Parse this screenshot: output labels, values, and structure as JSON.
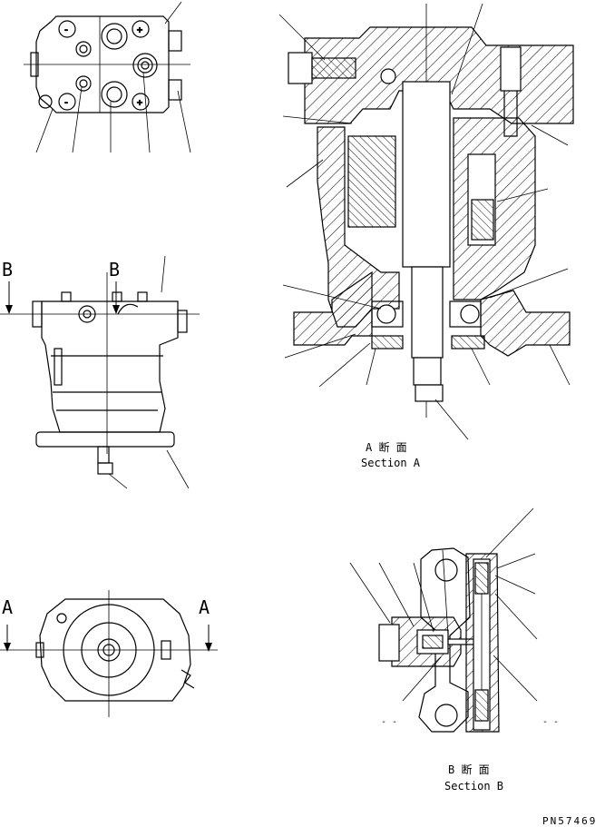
{
  "section_a": {
    "marker_top": "A",
    "marker_bottom": "A",
    "caption_jp": "A 断 面",
    "caption_en": "Section A"
  },
  "section_b": {
    "marker_left": "B",
    "marker_right": "B",
    "caption_jp": "B 断 面",
    "caption_en": "Section B",
    "dash_left": "-  -",
    "dash_right": "-  -"
  },
  "drawing_number": "PN57469",
  "colors": {
    "line": "#000000",
    "background": "#ffffff"
  }
}
